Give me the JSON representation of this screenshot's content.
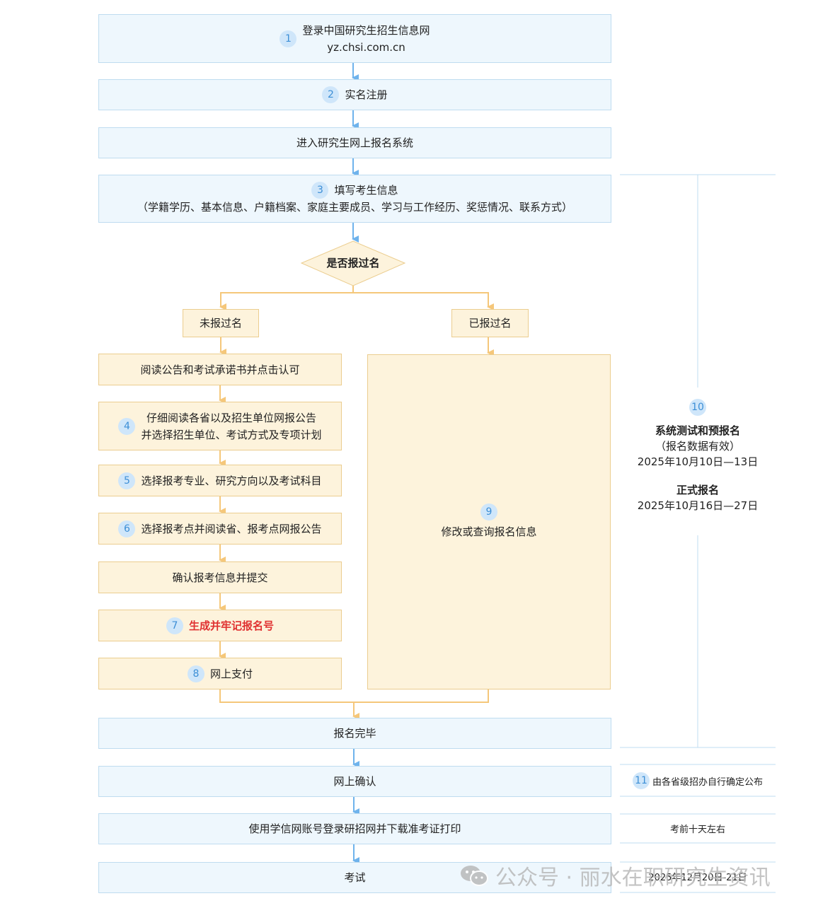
{
  "steps": {
    "login": {
      "badge": "1",
      "line1": "登录中国研究生招生信息网",
      "line2": "yz.chsi.com.cn"
    },
    "register": {
      "badge": "2",
      "label": "实名注册"
    },
    "enter": {
      "label": "进入研究生网上报名系统"
    },
    "fill": {
      "badge": "3",
      "line1": "填写考生信息",
      "line2": "（学籍学历、基本信息、户籍档案、家庭主要成员、学习与工作经历、奖惩情况、联系方式）"
    },
    "decision": {
      "label": "是否报过名"
    },
    "branch_no": {
      "label": "未报过名"
    },
    "branch_yes": {
      "label": "已报过名"
    },
    "read_notice": {
      "label": "阅读公告和考试承诺书并点击认可"
    },
    "select_unit": {
      "badge": "4",
      "line1": "仔细阅读各省以及招生单位网报公告",
      "line2": "并选择招生单位、考试方式及专项计划"
    },
    "select_major": {
      "badge": "5",
      "label": "选择报考专业、研究方向以及考试科目"
    },
    "select_site": {
      "badge": "6",
      "label": "选择报考点并阅读省、报考点网报公告"
    },
    "confirm_submit": {
      "label": "确认报考信息并提交"
    },
    "generate_no": {
      "badge": "7",
      "label": "生成并牢记报名号"
    },
    "pay": {
      "badge": "8",
      "label": "网上支付"
    },
    "modify": {
      "badge": "9",
      "label": "修改或查询报名信息"
    },
    "complete": {
      "label": "报名完毕"
    },
    "online_confirm": {
      "label": "网上确认"
    },
    "print_ticket": {
      "label": "使用学信网账号登录研招网并下载准考证打印"
    },
    "exam": {
      "label": "考试"
    }
  },
  "side": {
    "period": {
      "badge": "10",
      "test_title": "系统测试和预报名",
      "test_note": "（报名数据有效）",
      "test_dates": "2025年10月10日—13日",
      "formal_title": "正式报名",
      "formal_dates": "2025年10月16日—27日"
    },
    "confirm_note": {
      "badge": "11",
      "label": "由各省级招办自行确定公布"
    },
    "print_note": {
      "label": "考前十天左右"
    },
    "exam_date": {
      "label": "2025年12月20日-21日"
    }
  },
  "watermark": {
    "text": "公众号 · 丽水在职研究生资讯"
  },
  "colors": {
    "blue_fill": "#eef7fd",
    "blue_border": "#bfdcf0",
    "blue_arrow": "#6fb3ec",
    "peach_fill": "#fdf3dc",
    "peach_border": "#ebcd8f",
    "peach_arrow": "#f5c77a",
    "badge": "#cfe6fa",
    "highlight_red": "#e03131"
  }
}
